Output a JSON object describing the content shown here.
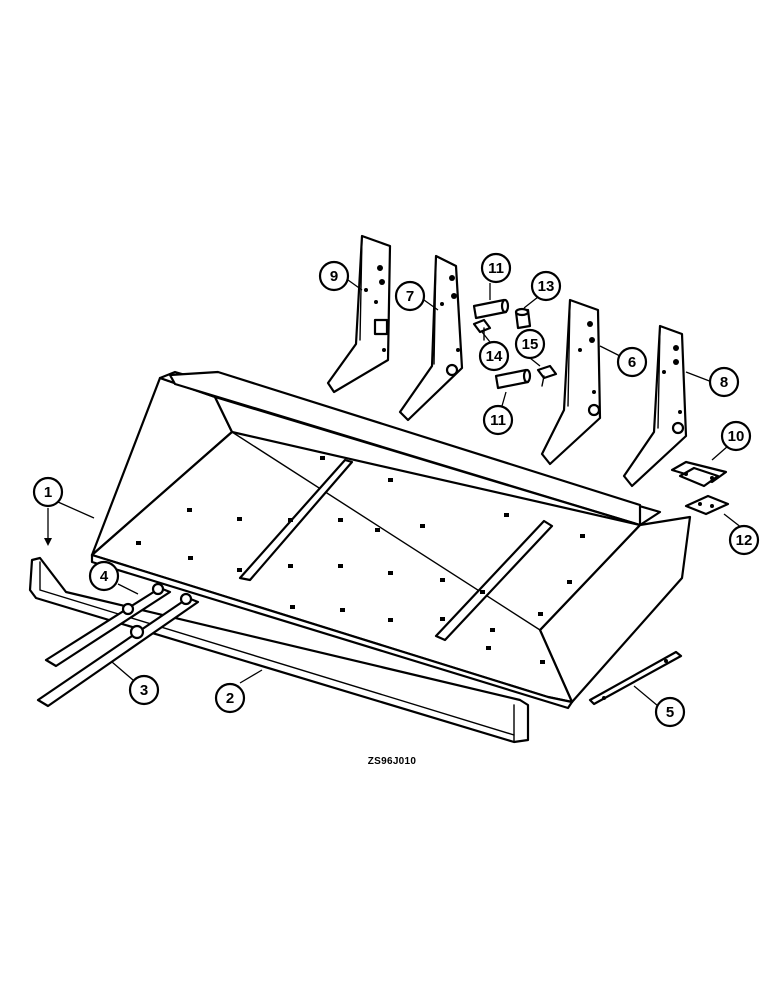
{
  "figure_code": "ZS96J010",
  "callouts": [
    {
      "label": "1"
    },
    {
      "label": "2"
    },
    {
      "label": "3"
    },
    {
      "label": "4"
    },
    {
      "label": "5"
    },
    {
      "label": "6"
    },
    {
      "label": "7"
    },
    {
      "label": "8"
    },
    {
      "label": "9"
    },
    {
      "label": "10"
    },
    {
      "label": "11"
    },
    {
      "label": "11"
    },
    {
      "label": "12"
    },
    {
      "label": "13"
    },
    {
      "label": "14"
    },
    {
      "label": "15"
    }
  ]
}
